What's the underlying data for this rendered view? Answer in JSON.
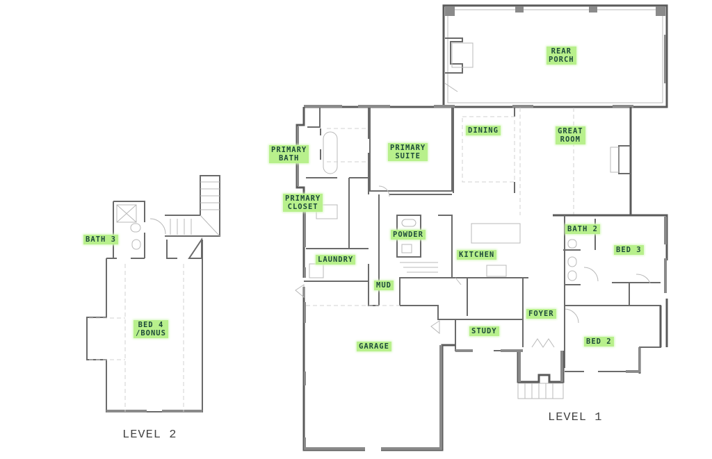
{
  "plan": {
    "levels": [
      {
        "id": "level-1",
        "label": "LEVEL 1"
      },
      {
        "id": "level-2",
        "label": "LEVEL 2"
      }
    ],
    "rooms": {
      "rear_porch": "REAR\nPORCH",
      "dining": "DINING",
      "great_room": "GREAT\nROOM",
      "primary_bath": "PRIMARY\nBATH",
      "primary_suite": "PRIMARY\nSUITE",
      "primary_closet": "PRIMARY\nCLOSET",
      "powder": "POWDER",
      "laundry": "LAUNDRY",
      "kitchen": "KITCHEN",
      "mud": "MUD",
      "bath_2": "BATH 2",
      "bed_3": "BED 3",
      "foyer": "FOYER",
      "study": "STUDY",
      "bed_2": "BED 2",
      "garage": "GARAGE",
      "bath_3": "BATH 3",
      "bed_4_bonus": "BED 4\n/BONUS"
    },
    "colors": {
      "label_bg": "#b8f08c",
      "label_text": "#1d4a3a",
      "wall": "#5a5a5a"
    }
  }
}
